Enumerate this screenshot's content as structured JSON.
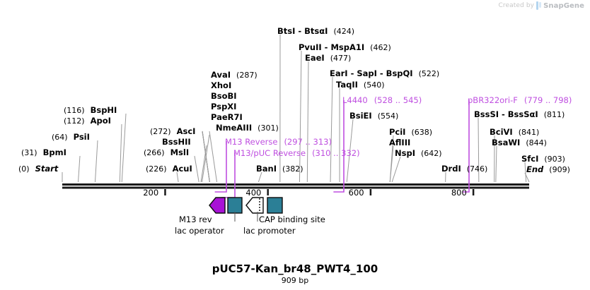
{
  "watermark": {
    "created_by": "Created by",
    "brand": "SnapGene"
  },
  "title": "pUC57-Kan_br48_PWT4_100",
  "length_label": "909 bp",
  "sequence_length": 909,
  "colors": {
    "backbone": "#1a1a1a",
    "leader": "#9a9a9a",
    "primer": "#bf4fe0",
    "feature_teal": "#2b7f96",
    "feature_purple": "#a813d6",
    "feature_white": "#ffffff",
    "text": "#000000",
    "watermark": "#c8c8c8"
  },
  "ruler": {
    "ticks": [
      {
        "label": "200",
        "value": 200
      },
      {
        "label": "400",
        "value": 400
      },
      {
        "label": "600",
        "value": 600
      },
      {
        "label": "800",
        "value": 800
      }
    ]
  },
  "sites": [
    {
      "id": "start",
      "names": "Start",
      "pos": "(0)",
      "value": 0,
      "italic": true,
      "pos_first": true
    },
    {
      "id": "bpmi",
      "names": "BpmI",
      "pos": "(31)",
      "value": 31,
      "italic": false,
      "pos_first": true
    },
    {
      "id": "psii",
      "names": "PsiI",
      "pos": "(64)",
      "value": 64,
      "italic": false,
      "pos_first": true
    },
    {
      "id": "apoi",
      "names": "ApoI",
      "pos": "(112)",
      "value": 112,
      "italic": false,
      "pos_first": true
    },
    {
      "id": "bsphi",
      "names": "BspHI",
      "pos": "(116)",
      "value": 116,
      "italic": false,
      "pos_first": true
    },
    {
      "id": "acui",
      "names": "AcuI",
      "pos": "(226)",
      "value": 226,
      "italic": false,
      "pos_first": true
    },
    {
      "id": "msli",
      "names": "MslI",
      "pos": "(266)",
      "value": 266,
      "italic": false,
      "pos_first": true
    },
    {
      "id": "bsshii",
      "names": "BssHII",
      "pos": "",
      "value": 270,
      "italic": false,
      "pos_first": true
    },
    {
      "id": "asci",
      "names": "AscI",
      "pos": "(272)",
      "value": 272,
      "italic": false,
      "pos_first": true
    },
    {
      "id": "avai",
      "names": "AvaI",
      "pos": "(287)",
      "value": 287,
      "italic": false,
      "pos_first": false
    },
    {
      "id": "xhoi",
      "names": "XhoI",
      "pos": "",
      "value": 287,
      "italic": false,
      "pos_first": false
    },
    {
      "id": "bsobi",
      "names": "BsoBI",
      "pos": "",
      "value": 287,
      "italic": false,
      "pos_first": false
    },
    {
      "id": "pspxi",
      "names": "PspXI",
      "pos": "",
      "value": 287,
      "italic": false,
      "pos_first": false
    },
    {
      "id": "paer7i",
      "names": "PaeR7I",
      "pos": "",
      "value": 287,
      "italic": false,
      "pos_first": false
    },
    {
      "id": "nmeaiii",
      "names": "NmeAIII",
      "pos": "(301)",
      "value": 301,
      "italic": false,
      "pos_first": false
    },
    {
      "id": "bani",
      "names": "BanI",
      "pos": "(382)",
      "value": 382,
      "italic": false,
      "pos_first": false
    },
    {
      "id": "btsi",
      "names": "BtsI - BtsαI",
      "pos": "(424)",
      "value": 424,
      "italic": false,
      "pos_first": false
    },
    {
      "id": "pvuii",
      "names": "PvuII - MspA1I",
      "pos": "(462)",
      "value": 462,
      "italic": false,
      "pos_first": false
    },
    {
      "id": "eaei",
      "names": "EaeI",
      "pos": "(477)",
      "value": 477,
      "italic": false,
      "pos_first": false
    },
    {
      "id": "eari",
      "names": "EarI - SapI - BspQI",
      "pos": "(522)",
      "value": 522,
      "italic": false,
      "pos_first": false
    },
    {
      "id": "taqii",
      "names": "TaqII",
      "pos": "(540)",
      "value": 540,
      "italic": false,
      "pos_first": false
    },
    {
      "id": "bsiei",
      "names": "BsiEI",
      "pos": "(554)",
      "value": 554,
      "italic": false,
      "pos_first": false
    },
    {
      "id": "pcii",
      "names": "PciI",
      "pos": "(638)",
      "value": 638,
      "italic": false,
      "pos_first": false
    },
    {
      "id": "afliii",
      "names": "AflIII",
      "pos": "",
      "value": 638,
      "italic": false,
      "pos_first": false
    },
    {
      "id": "nspi",
      "names": "NspI",
      "pos": "(642)",
      "value": 642,
      "italic": false,
      "pos_first": false
    },
    {
      "id": "drdi",
      "names": "DrdI",
      "pos": "(746)",
      "value": 746,
      "italic": false,
      "pos_first": false
    },
    {
      "id": "bsssi",
      "names": "BssSI - BssSαI",
      "pos": "(811)",
      "value": 811,
      "italic": false,
      "pos_first": false
    },
    {
      "id": "bcivi",
      "names": "BciVI",
      "pos": "(841)",
      "value": 841,
      "italic": false,
      "pos_first": false
    },
    {
      "id": "bsawi",
      "names": "BsaWI",
      "pos": "(844)",
      "value": 844,
      "italic": false,
      "pos_first": false
    },
    {
      "id": "sfci",
      "names": "SfcI",
      "pos": "(903)",
      "value": 903,
      "italic": false,
      "pos_first": false
    },
    {
      "id": "end",
      "names": "End",
      "pos": "(909)",
      "value": 909,
      "italic": true,
      "pos_first": false
    }
  ],
  "primers": [
    {
      "id": "m13-reverse",
      "name": "M13 Reverse",
      "range": "(297 .. 313)",
      "start": 297,
      "end": 313
    },
    {
      "id": "m13-puc-reverse",
      "name": "M13/pUC Reverse",
      "range": "(310 .. 332)",
      "start": 310,
      "end": 332
    },
    {
      "id": "l4440",
      "name": "L4440",
      "range": "(528 .. 545)",
      "start": 528,
      "end": 545
    },
    {
      "id": "pbr322ori-f",
      "name": "pBR322ori-F",
      "range": "(779 .. 798)",
      "start": 779,
      "end": 798
    }
  ],
  "features": [
    {
      "id": "m13-rev",
      "label": "M13 rev",
      "shape": "arrow-left",
      "color": "#a813d6"
    },
    {
      "id": "lac-operator",
      "label": "lac operator",
      "shape": "box",
      "color": "#2b7f96"
    },
    {
      "id": "lac-promoter",
      "label": "lac promoter",
      "shape": "arrow-left-dotted",
      "color": "#ffffff"
    },
    {
      "id": "cap-binding-site",
      "label": "CAP binding site",
      "shape": "box",
      "color": "#2b7f96"
    }
  ]
}
